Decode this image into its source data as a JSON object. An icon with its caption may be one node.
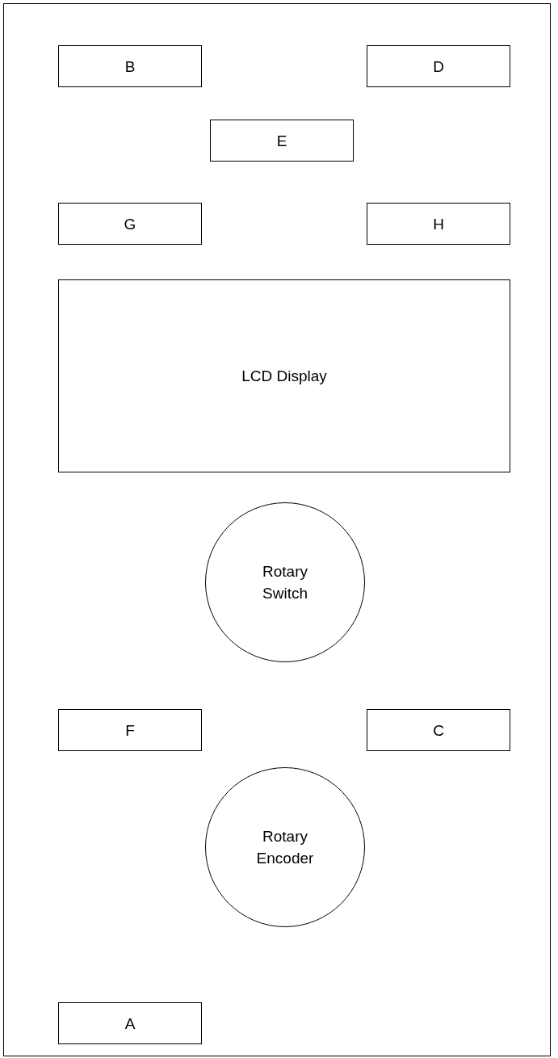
{
  "diagram": {
    "nodes": [
      {
        "text": [],
        "shape": "box"
      },
      {
        "text": [
          "B"
        ],
        "in": 0
      },
      {
        "text": [
          "D"
        ],
        "in": 0
      },
      {
        "text": [
          "E"
        ],
        "in": 0
      },
      {
        "text": [
          "G"
        ],
        "in": 0
      },
      {
        "text": [
          "H"
        ],
        "in": 0
      },
      {
        "text": [
          "LCD Display"
        ],
        "in": 0
      },
      {
        "text": [
          "Rotary Switch"
        ],
        "in": 0
      },
      {
        "text": [
          "F"
        ],
        "in": 0
      },
      {
        "text": [
          "C"
        ],
        "in": 0
      },
      {
        "text": [
          "Rotary Encoder"
        ],
        "in": 0
      },
      {
        "text": [
          "A"
        ],
        "in": 0
      }
    ]
  }
}
